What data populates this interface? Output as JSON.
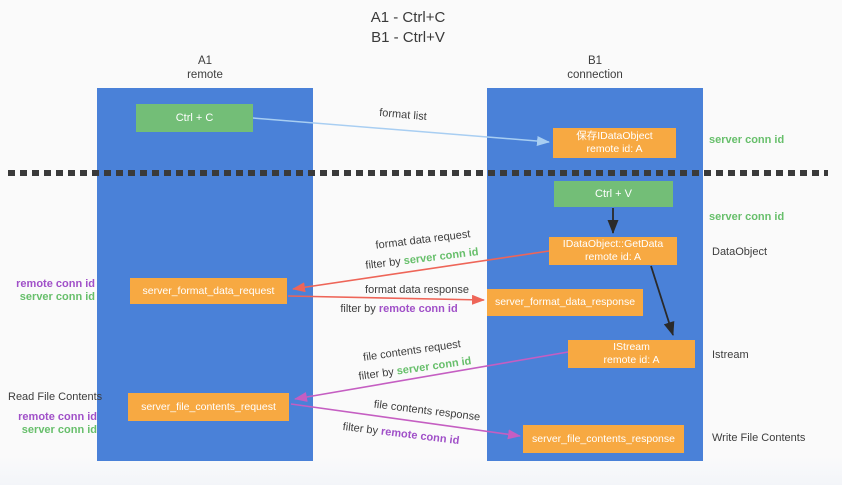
{
  "title": {
    "line1": "A1 - Ctrl+C",
    "line2": "B1 - Ctrl+V"
  },
  "lanes": {
    "left": {
      "id": "A1",
      "label": "remote"
    },
    "right": {
      "id": "B1",
      "label": "connection"
    }
  },
  "nodes": {
    "ctrl_c": {
      "label": "Ctrl + C"
    },
    "ctrl_v": {
      "label": "Ctrl + V"
    },
    "save_dataobject": {
      "line1": "保存IDataObject",
      "line2": "remote id: A"
    },
    "getdata": {
      "line1": "IDataObject::GetData",
      "line2": "remote id: A"
    },
    "format_request": {
      "label": "server_format_data_request"
    },
    "format_response": {
      "label": "server_format_data_response"
    },
    "istream": {
      "line1": "IStream",
      "line2": "remote id: A"
    },
    "file_request": {
      "label": "server_file_contents_request"
    },
    "file_response": {
      "label": "server_file_contents_response"
    }
  },
  "edges": {
    "format_list": {
      "label": "format list"
    },
    "format_data_request": {
      "label": "format data request",
      "filter_prefix": "filter by",
      "filter_key": "server conn id"
    },
    "format_data_response": {
      "label": "format data response",
      "filter_prefix": "filter by",
      "filter_key": "remote conn id"
    },
    "file_contents_request": {
      "label": "file contents request",
      "filter_prefix": "filter by",
      "filter_key": "server conn id"
    },
    "file_contents_response": {
      "label": "file contents response",
      "filter_prefix": "filter by",
      "filter_key": "remote conn id"
    }
  },
  "side_labels": {
    "server_conn_id_top": "server conn id",
    "server_conn_id_mid": "server conn id",
    "dataobject": "DataObject",
    "istream": "Istream",
    "write_file_contents": "Write File Contents",
    "read_file_contents": "Read File Contents",
    "format_remote_conn_id": "remote conn id",
    "format_server_conn_id": "server conn id",
    "file_remote_conn_id": "remote conn id",
    "file_server_conn_id": "server conn id"
  },
  "colors": {
    "lane_blue": "#4a81d8",
    "green_box": "#73be77",
    "orange_box": "#f7a942",
    "green_text": "#67bf6b",
    "purple_text": "#a050c8",
    "blue_arrow": "#a8cef2",
    "red_arrow": "#ee6558",
    "magenta_arrow": "#c55ec2",
    "black_arrow": "#2a2a2a",
    "dark_text": "#3d3d3d"
  }
}
